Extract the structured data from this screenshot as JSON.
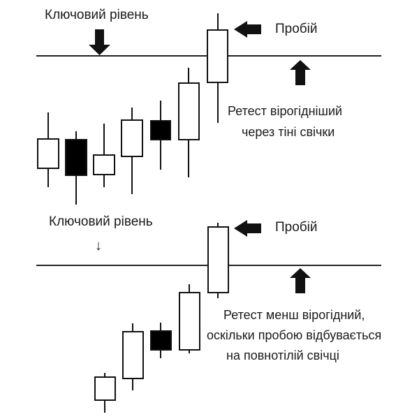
{
  "colors": {
    "ink": "#111111",
    "background": "#ffffff",
    "bull_body": "#ffffff",
    "bear_body": "#000000"
  },
  "top_panel": {
    "key_level_label": "Ключовий рівень",
    "breakout_label": "Пробій",
    "retest_text": [
      "Ретест вірогідніший",
      "через тіні свічки"
    ],
    "candles": [
      {
        "type": "bullish"
      },
      {
        "type": "bearish"
      },
      {
        "type": "bullish"
      },
      {
        "type": "bullish"
      },
      {
        "type": "bearish"
      },
      {
        "type": "bullish"
      },
      {
        "type": "bullish",
        "role": "breakout"
      }
    ]
  },
  "bottom_panel": {
    "key_level_label": "Ключовий рівень",
    "arrow_glyph": "↓",
    "breakout_label": "Пробій",
    "retest_text": [
      "Ретест менш вірогідний,",
      "оскільки пробою відбувається",
      "на повнотілій свічці"
    ],
    "candles": [
      {
        "type": "bullish"
      },
      {
        "type": "bullish"
      },
      {
        "type": "bearish"
      },
      {
        "type": "bullish"
      },
      {
        "type": "bullish",
        "role": "breakout"
      }
    ]
  }
}
